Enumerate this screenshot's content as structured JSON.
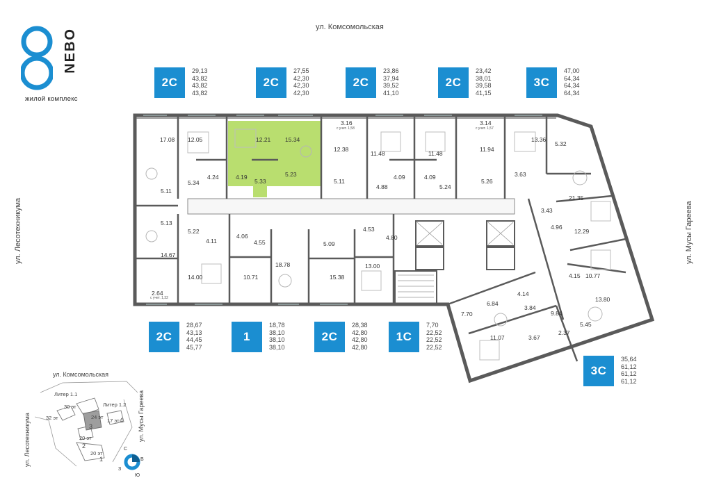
{
  "logo": {
    "mark": "8",
    "name": "NEBO",
    "subtitle": "жилой комплекс"
  },
  "streets": {
    "top": "ул. Комсомольская",
    "left": "ул. Лесотехникума",
    "right": "ул. Мусы Гареева"
  },
  "apartments_top": [
    {
      "type": "2С",
      "areas": [
        "29,13",
        "43,82",
        "43,82",
        "43,82"
      ]
    },
    {
      "type": "2С",
      "areas": [
        "27,55",
        "42,30",
        "42,30",
        "42,30"
      ]
    },
    {
      "type": "2С",
      "areas": [
        "23,86",
        "37,94",
        "39,52",
        "41,10"
      ]
    },
    {
      "type": "2С",
      "areas": [
        "23,42",
        "38,01",
        "39,58",
        "41,15"
      ]
    },
    {
      "type": "3С",
      "areas": [
        "47,00",
        "64,34",
        "64,34",
        "64,34"
      ]
    }
  ],
  "apartments_bottom": [
    {
      "type": "2С",
      "areas": [
        "28,67",
        "43,13",
        "44,45",
        "45,77"
      ]
    },
    {
      "type": "1",
      "areas": [
        "18,78",
        "38,10",
        "38,10",
        "38,10"
      ]
    },
    {
      "type": "2С",
      "areas": [
        "28,38",
        "42,80",
        "42,80",
        "42,80"
      ]
    },
    {
      "type": "1С",
      "areas": [
        "7,70",
        "22,52",
        "22,52",
        "22,52"
      ]
    }
  ],
  "apartment_right": {
    "type": "3С",
    "areas": [
      "35,64",
      "61,12",
      "61,12",
      "61,12"
    ]
  },
  "rooms": [
    "17.08",
    "12.05",
    "12.21",
    "15.34",
    "3.16",
    "12.38",
    "11.48",
    "11.48",
    "3.14",
    "11.94",
    "13.36",
    "5.32",
    "4.24",
    "4.19",
    "5.33",
    "5.23",
    "5.34",
    "5.11",
    "5.11",
    "4.88",
    "4.09",
    "4.09",
    "5.24",
    "5.26",
    "3.63",
    "21.35",
    "3.43",
    "4.96",
    "12.29",
    "5.13",
    "5.22",
    "4.11",
    "4.06",
    "4.55",
    "5.09",
    "4.53",
    "4.80",
    "14.67",
    "14.00",
    "10.71",
    "18.78",
    "15.38",
    "13.00",
    "4.15",
    "10.77",
    "2.64",
    "6.84",
    "4.14",
    "3.84",
    "13.80",
    "9.84",
    "7.70",
    "5.45",
    "11.07",
    "3.67",
    "2.37"
  ],
  "room_notes": [
    "с учет. 1,58",
    "с учет. 1,57",
    "с учет. 1,32"
  ],
  "mini_map": {
    "street": "ул. Комсомольская",
    "left": "ул. Лесотехникума",
    "right": "ул. Мусы Гареева",
    "litera1": "Литер 1.1",
    "litera2": "Литер 1.2",
    "floors": [
      "30 эт",
      "32 эт",
      "24 эт",
      "17 эт",
      "20 эт",
      "20 эт"
    ],
    "sections": [
      "3",
      "4",
      "2",
      "1"
    ],
    "compass": {
      "n": "С",
      "e": "В",
      "s": "Ю",
      "w": "З"
    }
  },
  "colors": {
    "brand": "#1b8ed1",
    "highlight": "#b9de6f",
    "wall": "#5a5a5a"
  }
}
